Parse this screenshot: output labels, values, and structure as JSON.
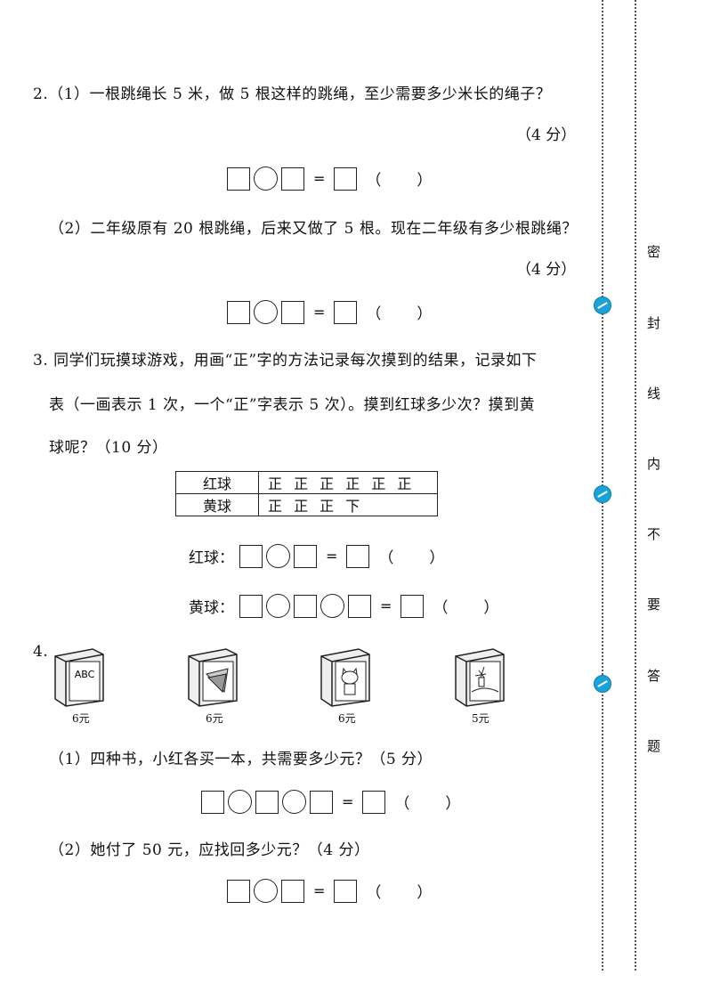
{
  "q2": {
    "p1": "2.（1）一根跳绳长 5 米，做 5 根这样的跳绳，至少需要多少米长的绳子？",
    "p1_score": "（4 分）",
    "p2": "（2）二年级原有 20 根跳绳，后来又做了 5 根。现在二年级有多少根跳绳？",
    "p2_score": "（4 分）"
  },
  "q3": {
    "line1": "3. 同学们玩摸球游戏，用画“正”字的方法记录每次摸到的结果，记录如下",
    "line2": "表（一画表示 1 次，一个“正”字表示 5 次）。摸到红球多少次？摸到黄",
    "line3": "球呢？（10 分）",
    "table": [
      {
        "name": "红球",
        "tally": "正 正 正 正 正 正"
      },
      {
        "name": "黄球",
        "tally": "正 正 正 下"
      }
    ],
    "red_label": "红球：",
    "yellow_label": "黄球："
  },
  "q4": {
    "num": "4.",
    "books": [
      {
        "icon": "abc-book-icon",
        "cover_text": "ABC",
        "price": "6元"
      },
      {
        "icon": "triangle-book-icon",
        "cover_text": "",
        "price": "6元"
      },
      {
        "icon": "kitty-book-icon",
        "cover_text": "",
        "price": "6元"
      },
      {
        "icon": "windmill-book-icon",
        "cover_text": "",
        "price": "5元"
      }
    ],
    "p1": "（1）四种书，小红各买一本，共需要多少元？（5 分）",
    "p2": "（2）她付了 50 元，应找回多少元？（4 分）"
  },
  "eq": {
    "equals": "=",
    "paren": "（　　）"
  },
  "sidebar": {
    "chars": [
      "密",
      "封",
      "线",
      "内",
      "不",
      "要",
      "答",
      "题"
    ]
  }
}
